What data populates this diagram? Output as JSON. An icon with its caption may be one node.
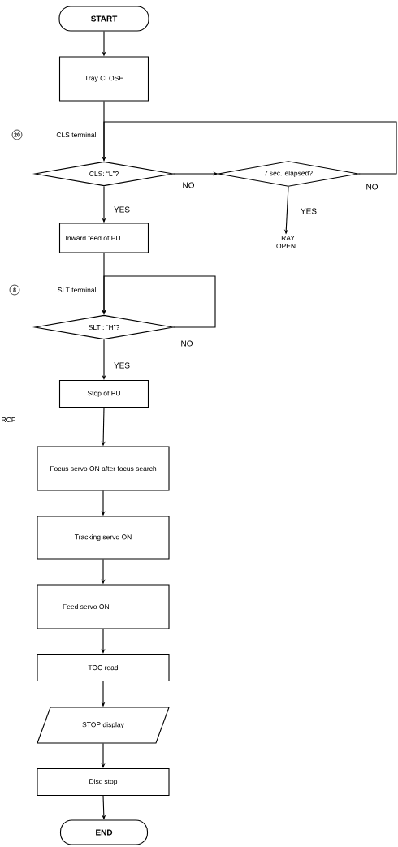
{
  "diagram": {
    "nodes": [
      {
        "text": [
          "START"
        ]
      },
      {
        "text": [
          "Tray CLOSE"
        ]
      },
      {
        "text": [
          "CLS: “L”?"
        ]
      },
      {
        "text": [
          "7 sec. elapsed?"
        ]
      },
      {
        "text": [
          "TRAY OPEN"
        ]
      },
      {
        "text": [
          "Inward feed of PU"
        ]
      },
      {
        "text": [
          "SLT : “H”?"
        ]
      },
      {
        "text": [
          "Stop of PU"
        ]
      },
      {
        "text": [
          "Focus servo ON after focus search"
        ]
      },
      {
        "text": [
          "Tracking servo ON"
        ]
      },
      {
        "text": [
          "Feed servo ON"
        ]
      },
      {
        "text": [
          "TOC read"
        ]
      },
      {
        "text": [
          "STOP display"
        ]
      },
      {
        "text": [
          "Disc stop"
        ]
      },
      {
        "text": [
          "END"
        ]
      }
    ],
    "edges": [
      {
        "from": 0,
        "to": 1,
        "arrow": "to"
      },
      {
        "from": 1,
        "to": 2,
        "arrow": "to"
      },
      {
        "from": 2,
        "to": 3,
        "arrow": "to",
        "label": "NO"
      },
      {
        "from": 3,
        "to": 2,
        "arrow": "to",
        "label": "NO"
      },
      {
        "from": 3,
        "to": 4,
        "arrow": "to",
        "label": "YES"
      },
      {
        "from": 2,
        "to": 5,
        "arrow": "to",
        "label": "YES"
      },
      {
        "from": 5,
        "to": 6,
        "arrow": "to"
      },
      {
        "from": 6,
        "to": 6,
        "arrow": "to",
        "label": "NO"
      },
      {
        "from": 6,
        "to": 7,
        "arrow": "to",
        "label": "YES"
      },
      {
        "from": 7,
        "to": 8,
        "arrow": "to"
      },
      {
        "from": 8,
        "to": 9,
        "arrow": "to"
      },
      {
        "from": 9,
        "to": 10,
        "arrow": "to"
      },
      {
        "from": 10,
        "to": 11,
        "arrow": "to"
      },
      {
        "from": 11,
        "to": 12,
        "arrow": "to"
      },
      {
        "from": 12,
        "to": 13,
        "arrow": "to"
      },
      {
        "from": 13,
        "to": 14,
        "arrow": "to"
      }
    ],
    "labels": [
      "20",
      "CLS terminal",
      "8",
      "SLT terminal",
      "RCF"
    ]
  }
}
